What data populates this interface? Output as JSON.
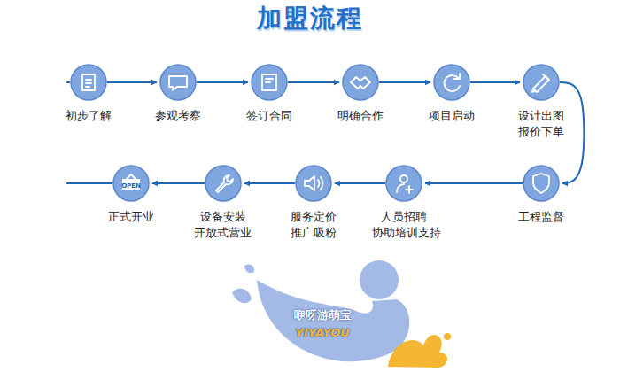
{
  "diagram": {
    "title": "加盟流程",
    "nodes": [
      {
        "text": [
          "初步了解"
        ]
      },
      {
        "text": [
          "参观考察"
        ]
      },
      {
        "text": [
          "签订合同"
        ]
      },
      {
        "text": [
          "明确合作"
        ]
      },
      {
        "text": [
          "项目启动"
        ]
      },
      {
        "text": [
          "设计出图 报价下单"
        ]
      },
      {
        "text": [
          "工程监督"
        ]
      },
      {
        "text": [
          "人员招聘 协助培训支持"
        ]
      },
      {
        "text": [
          "服务定价 推广吸粉"
        ]
      },
      {
        "text": [
          "设备安装 开放式营业"
        ]
      },
      {
        "text": [
          "正式开业"
        ]
      }
    ],
    "edges": [
      {
        "from": 0,
        "to": 1,
        "arrow": "to"
      },
      {
        "from": 1,
        "to": 2,
        "arrow": "to"
      },
      {
        "from": 2,
        "to": 3,
        "arrow": "to"
      },
      {
        "from": 3,
        "to": 4,
        "arrow": "to"
      },
      {
        "from": 4,
        "to": 5,
        "arrow": "to"
      },
      {
        "from": 5,
        "to": 6,
        "arrow": "to"
      },
      {
        "from": 6,
        "to": 7,
        "arrow": "to"
      },
      {
        "from": 7,
        "to": 8,
        "arrow": "to"
      },
      {
        "from": 8,
        "to": 9,
        "arrow": "to"
      },
      {
        "from": 9,
        "to": 10,
        "arrow": "to"
      }
    ],
    "labels": [
      "OPEN",
      "咿呀游萌宝",
      "YIYAYOU"
    ]
  }
}
